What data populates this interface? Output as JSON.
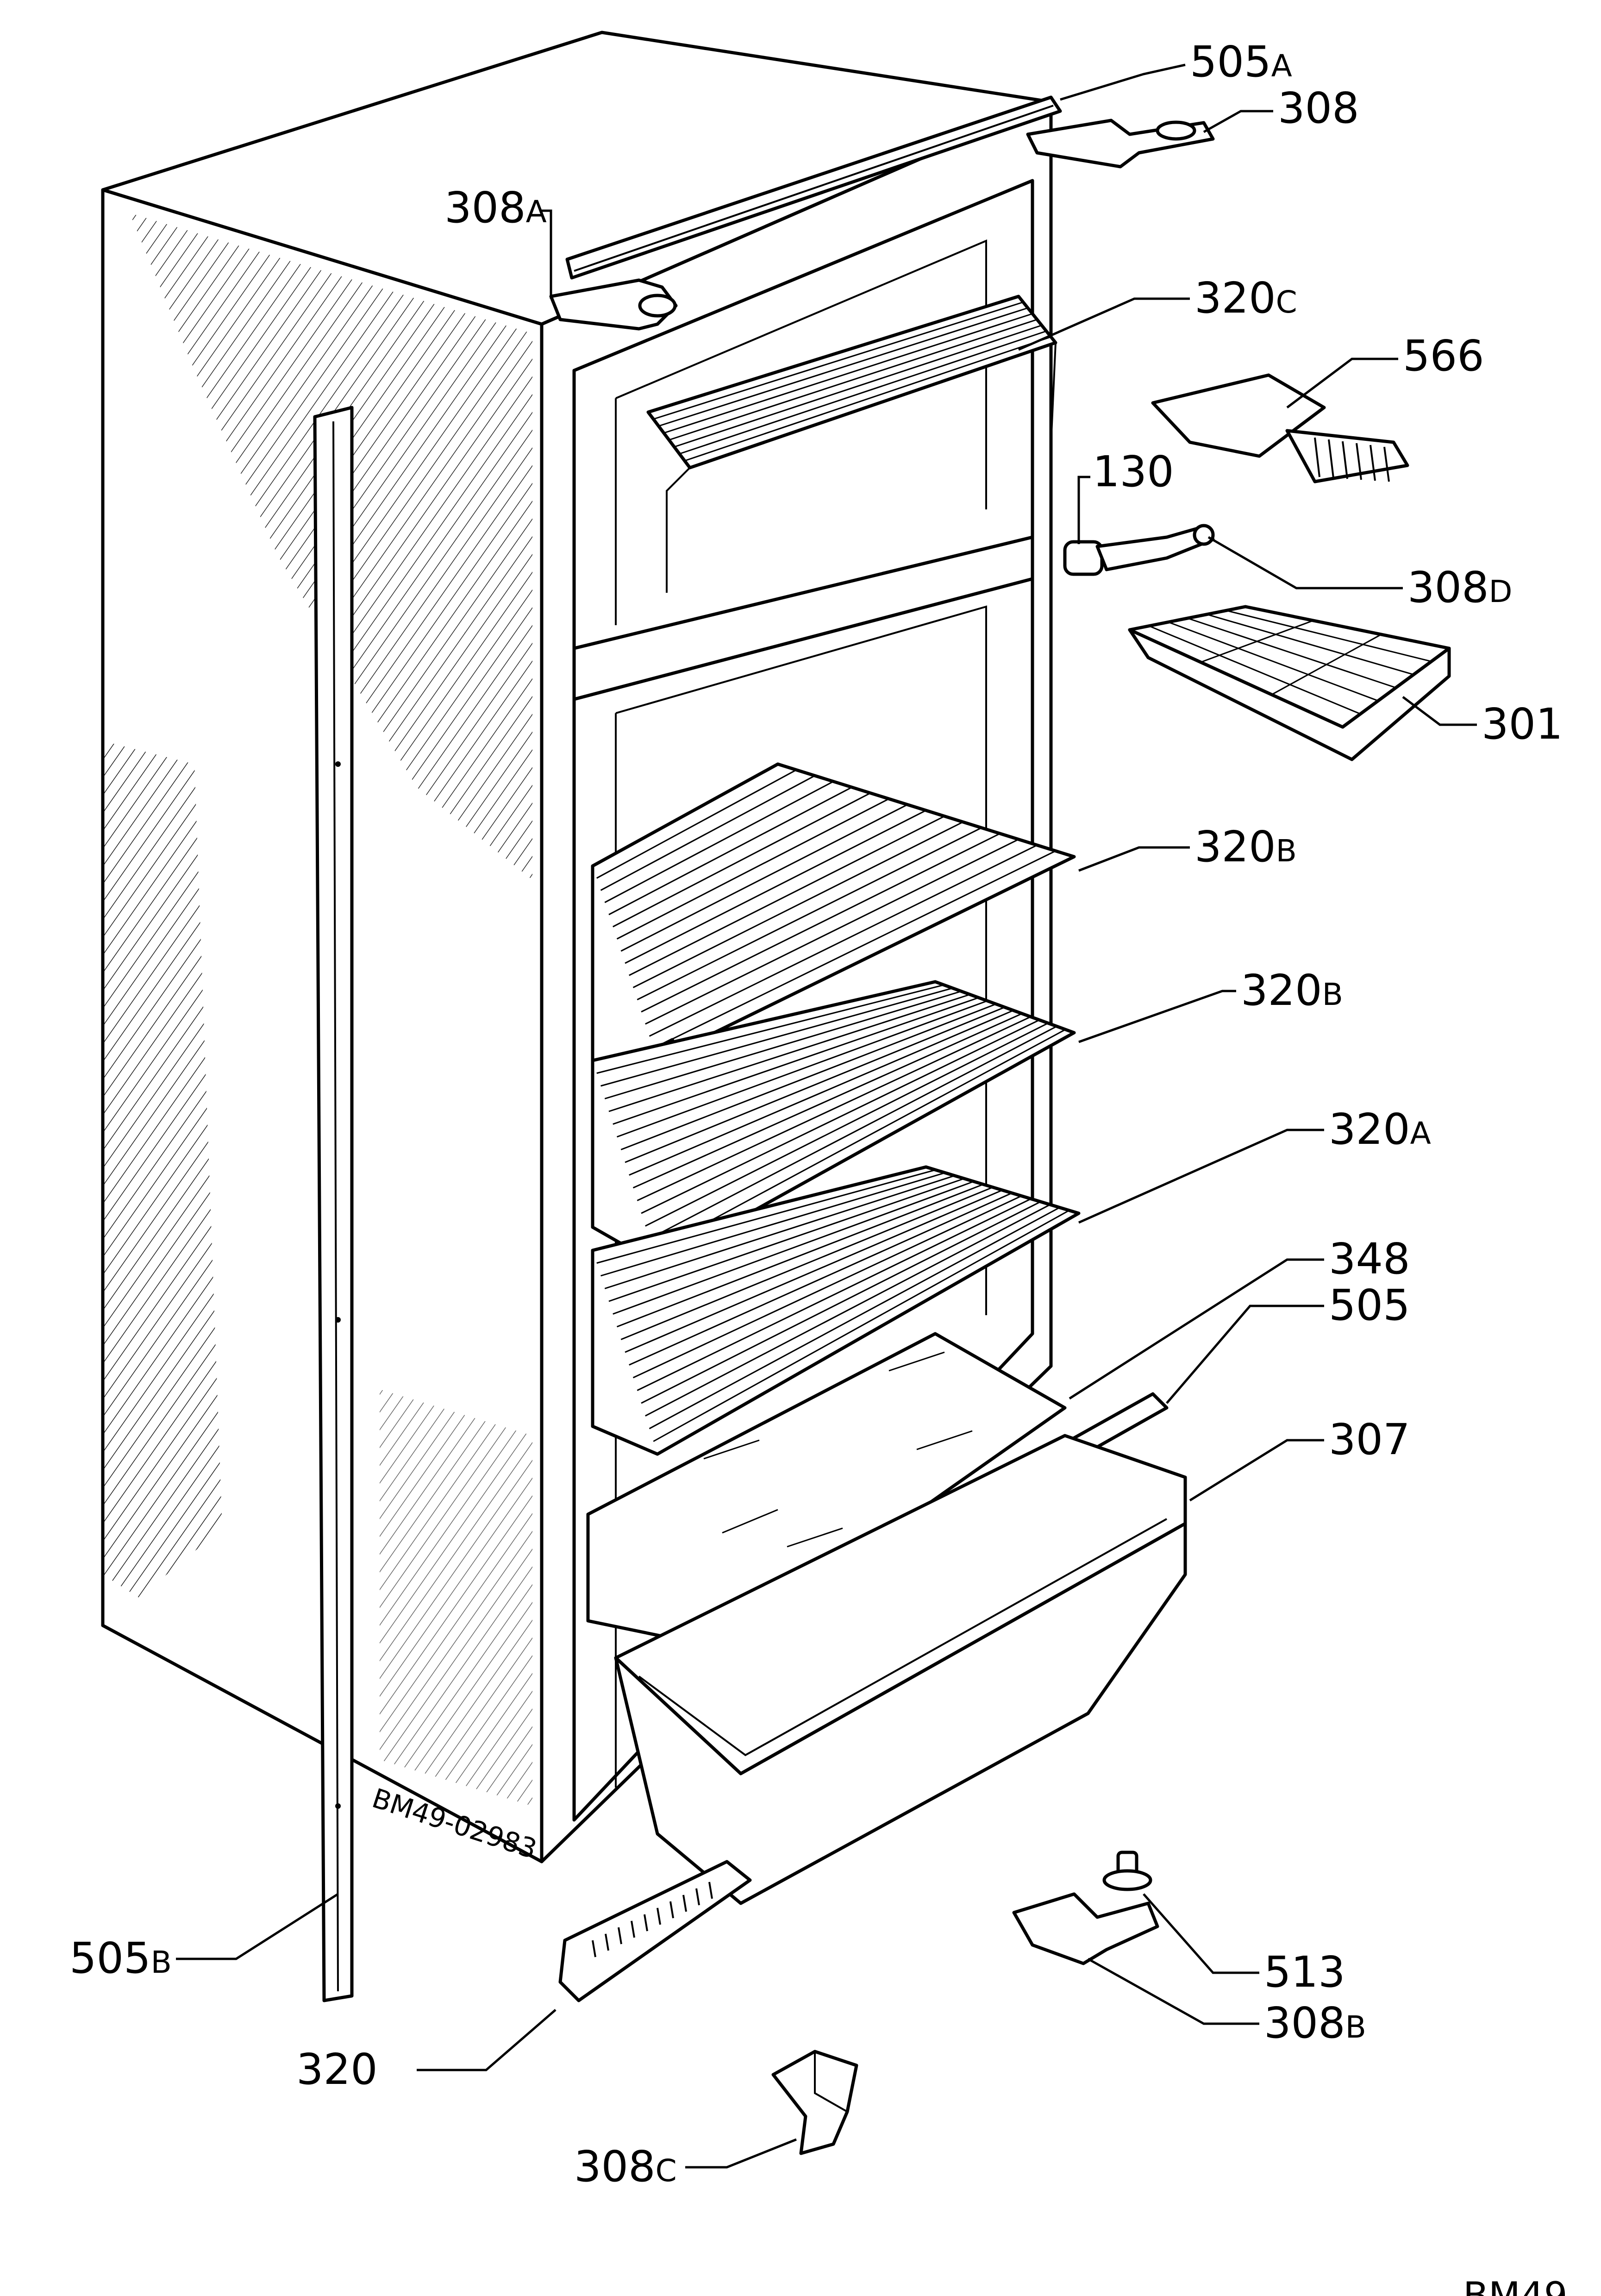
{
  "labels": {
    "l505a": {
      "num": "505",
      "suf": "A"
    },
    "l308": {
      "num": "308",
      "suf": ""
    },
    "l308a": {
      "num": "308",
      "suf": "A"
    },
    "l320c": {
      "num": "320",
      "suf": "C"
    },
    "l566": {
      "num": "566",
      "suf": ""
    },
    "l130": {
      "num": "130",
      "suf": ""
    },
    "l308d": {
      "num": "308",
      "suf": "D"
    },
    "l301": {
      "num": "301",
      "suf": ""
    },
    "l320b1": {
      "num": "320",
      "suf": "B"
    },
    "l320b2": {
      "num": "320",
      "suf": "B"
    },
    "l320a": {
      "num": "320",
      "suf": "A"
    },
    "l348": {
      "num": "348",
      "suf": ""
    },
    "l505": {
      "num": "505",
      "suf": ""
    },
    "l307": {
      "num": "307",
      "suf": ""
    },
    "l505b": {
      "num": "505",
      "suf": "B"
    },
    "l513": {
      "num": "513",
      "suf": ""
    },
    "l308b": {
      "num": "308",
      "suf": "B"
    },
    "l320": {
      "num": "320",
      "suf": ""
    },
    "l308c": {
      "num": "308",
      "suf": "C"
    }
  },
  "drawing_mark": "BM49-02983",
  "corner_ref": "BM49"
}
